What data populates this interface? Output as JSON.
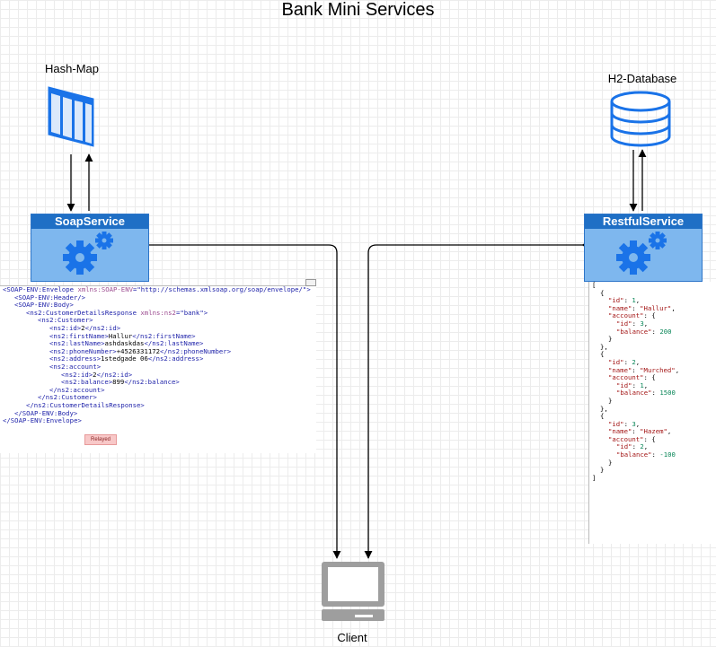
{
  "title": "Bank Mini Services",
  "nodes": {
    "hashmap_label": "Hash-Map",
    "h2_label": "H2-Database",
    "soap_label": "SoapService",
    "rest_label": "RestfulService",
    "client_label": "Client"
  },
  "xml_lines": [
    {
      "indent": 0,
      "parts": [
        [
          "tg",
          "<SOAP-ENV:Envelope "
        ],
        [
          "at",
          "xmlns:SOAP-ENV"
        ],
        [
          "tg",
          "=\""
        ],
        [
          "av",
          "http://schemas.xmlsoap.org/soap/envelope/"
        ],
        [
          "tg",
          "\">"
        ]
      ]
    },
    {
      "indent": 1,
      "parts": [
        [
          "tg",
          "<SOAP-ENV:Header/>"
        ]
      ]
    },
    {
      "indent": 1,
      "parts": [
        [
          "tg",
          "<SOAP-ENV:Body>"
        ]
      ]
    },
    {
      "indent": 2,
      "parts": [
        [
          "tg",
          "<ns2:CustomerDetailsResponse "
        ],
        [
          "at",
          "xmlns:ns2"
        ],
        [
          "tg",
          "=\""
        ],
        [
          "av",
          "bank"
        ],
        [
          "tg",
          "\">"
        ]
      ]
    },
    {
      "indent": 3,
      "parts": [
        [
          "tg",
          "<ns2:Customer>"
        ]
      ]
    },
    {
      "indent": 4,
      "parts": [
        [
          "tg",
          "<ns2:id>"
        ],
        [
          "tx",
          "2"
        ],
        [
          "tg",
          "</ns2:id>"
        ]
      ]
    },
    {
      "indent": 4,
      "parts": [
        [
          "tg",
          "<ns2:firstName>"
        ],
        [
          "tx",
          "Hallur"
        ],
        [
          "tg",
          "</ns2:firstName>"
        ]
      ]
    },
    {
      "indent": 4,
      "parts": [
        [
          "tg",
          "<ns2:lastName>"
        ],
        [
          "tx",
          "ashdaskdas"
        ],
        [
          "tg",
          "</ns2:lastName>"
        ]
      ]
    },
    {
      "indent": 4,
      "parts": [
        [
          "tg",
          "<ns2:phoneNumber>"
        ],
        [
          "tx",
          "+4526331172"
        ],
        [
          "tg",
          "</ns2:phoneNumber>"
        ]
      ]
    },
    {
      "indent": 4,
      "parts": [
        [
          "tg",
          "<ns2:address>"
        ],
        [
          "tx",
          "1stedgade 06"
        ],
        [
          "tg",
          "</ns2:address>"
        ]
      ]
    },
    {
      "indent": 4,
      "parts": [
        [
          "tg",
          "<ns2:account>"
        ]
      ]
    },
    {
      "indent": 5,
      "parts": [
        [
          "tg",
          "<ns2:id>"
        ],
        [
          "tx",
          "2"
        ],
        [
          "tg",
          "</ns2:id>"
        ]
      ]
    },
    {
      "indent": 5,
      "parts": [
        [
          "tg",
          "<ns2:balance>"
        ],
        [
          "tx",
          "899"
        ],
        [
          "tg",
          "</ns2:balance>"
        ]
      ]
    },
    {
      "indent": 4,
      "parts": [
        [
          "tg",
          "</ns2:account>"
        ]
      ]
    },
    {
      "indent": 3,
      "parts": [
        [
          "tg",
          "</ns2:Customer>"
        ]
      ]
    },
    {
      "indent": 2,
      "parts": [
        [
          "tg",
          "</ns2:CustomerDetailsResponse>"
        ]
      ]
    },
    {
      "indent": 1,
      "parts": [
        [
          "tg",
          "</SOAP-ENV:Body>"
        ]
      ]
    },
    {
      "indent": 0,
      "parts": [
        [
          "tg",
          "</SOAP-ENV:Envelope>"
        ]
      ]
    }
  ],
  "xml_tooltip": "Relayed",
  "json_lines": [
    {
      "indent": 0,
      "parts": [
        [
          "tx",
          "["
        ]
      ]
    },
    {
      "indent": 1,
      "parts": [
        [
          "tx",
          "{"
        ]
      ]
    },
    {
      "indent": 2,
      "parts": [
        [
          "jk",
          "\"id\""
        ],
        [
          "tx",
          ": "
        ],
        [
          "jn",
          "1"
        ],
        [
          "tx",
          ","
        ]
      ]
    },
    {
      "indent": 2,
      "parts": [
        [
          "jk",
          "\"name\""
        ],
        [
          "tx",
          ": "
        ],
        [
          "js",
          "\"Hallur\""
        ],
        [
          "tx",
          ","
        ]
      ]
    },
    {
      "indent": 2,
      "parts": [
        [
          "jk",
          "\"account\""
        ],
        [
          "tx",
          ": {"
        ]
      ]
    },
    {
      "indent": 3,
      "parts": [
        [
          "jk",
          "\"id\""
        ],
        [
          "tx",
          ": "
        ],
        [
          "jn",
          "3"
        ],
        [
          "tx",
          ","
        ]
      ]
    },
    {
      "indent": 3,
      "parts": [
        [
          "jk",
          "\"balance\""
        ],
        [
          "tx",
          ": "
        ],
        [
          "jn",
          "200"
        ]
      ]
    },
    {
      "indent": 2,
      "parts": [
        [
          "tx",
          "}"
        ]
      ]
    },
    {
      "indent": 1,
      "parts": [
        [
          "tx",
          "},"
        ]
      ]
    },
    {
      "indent": 1,
      "parts": [
        [
          "tx",
          "{"
        ]
      ]
    },
    {
      "indent": 2,
      "parts": [
        [
          "jk",
          "\"id\""
        ],
        [
          "tx",
          ": "
        ],
        [
          "jn",
          "2"
        ],
        [
          "tx",
          ","
        ]
      ]
    },
    {
      "indent": 2,
      "parts": [
        [
          "jk",
          "\"name\""
        ],
        [
          "tx",
          ": "
        ],
        [
          "js",
          "\"Murched\""
        ],
        [
          "tx",
          ","
        ]
      ]
    },
    {
      "indent": 2,
      "parts": [
        [
          "jk",
          "\"account\""
        ],
        [
          "tx",
          ": {"
        ]
      ]
    },
    {
      "indent": 3,
      "parts": [
        [
          "jk",
          "\"id\""
        ],
        [
          "tx",
          ": "
        ],
        [
          "jn",
          "1"
        ],
        [
          "tx",
          ","
        ]
      ]
    },
    {
      "indent": 3,
      "parts": [
        [
          "jk",
          "\"balance\""
        ],
        [
          "tx",
          ": "
        ],
        [
          "jn",
          "1500"
        ]
      ]
    },
    {
      "indent": 2,
      "parts": [
        [
          "tx",
          "}"
        ]
      ]
    },
    {
      "indent": 1,
      "parts": [
        [
          "tx",
          "},"
        ]
      ]
    },
    {
      "indent": 1,
      "parts": [
        [
          "tx",
          "{"
        ]
      ]
    },
    {
      "indent": 2,
      "parts": [
        [
          "jk",
          "\"id\""
        ],
        [
          "tx",
          ": "
        ],
        [
          "jn",
          "3"
        ],
        [
          "tx",
          ","
        ]
      ]
    },
    {
      "indent": 2,
      "parts": [
        [
          "jk",
          "\"name\""
        ],
        [
          "tx",
          ": "
        ],
        [
          "js",
          "\"Hazem\""
        ],
        [
          "tx",
          ","
        ]
      ]
    },
    {
      "indent": 2,
      "parts": [
        [
          "jk",
          "\"account\""
        ],
        [
          "tx",
          ": {"
        ]
      ]
    },
    {
      "indent": 3,
      "parts": [
        [
          "jk",
          "\"id\""
        ],
        [
          "tx",
          ": "
        ],
        [
          "jn",
          "2"
        ],
        [
          "tx",
          ","
        ]
      ]
    },
    {
      "indent": 3,
      "parts": [
        [
          "jk",
          "\"balance\""
        ],
        [
          "tx",
          ": "
        ],
        [
          "jn",
          "-100"
        ]
      ]
    },
    {
      "indent": 2,
      "parts": [
        [
          "tx",
          "}"
        ]
      ]
    },
    {
      "indent": 1,
      "parts": [
        [
          "tx",
          "}"
        ]
      ]
    },
    {
      "indent": 0,
      "parts": [
        [
          "tx",
          "]"
        ]
      ]
    }
  ],
  "colors": {
    "service_fill": "#7eb7ee",
    "service_header": "#1f6fc5",
    "icon_blue": "#1a73e8",
    "database_blue": "#1a73e8",
    "client_gray": "#9e9e9e"
  },
  "icons": {
    "hashmap": "table-icon",
    "h2": "database-icon",
    "soap_gear": "gears-icon",
    "rest_gear": "gears-icon",
    "client": "computer-icon"
  }
}
